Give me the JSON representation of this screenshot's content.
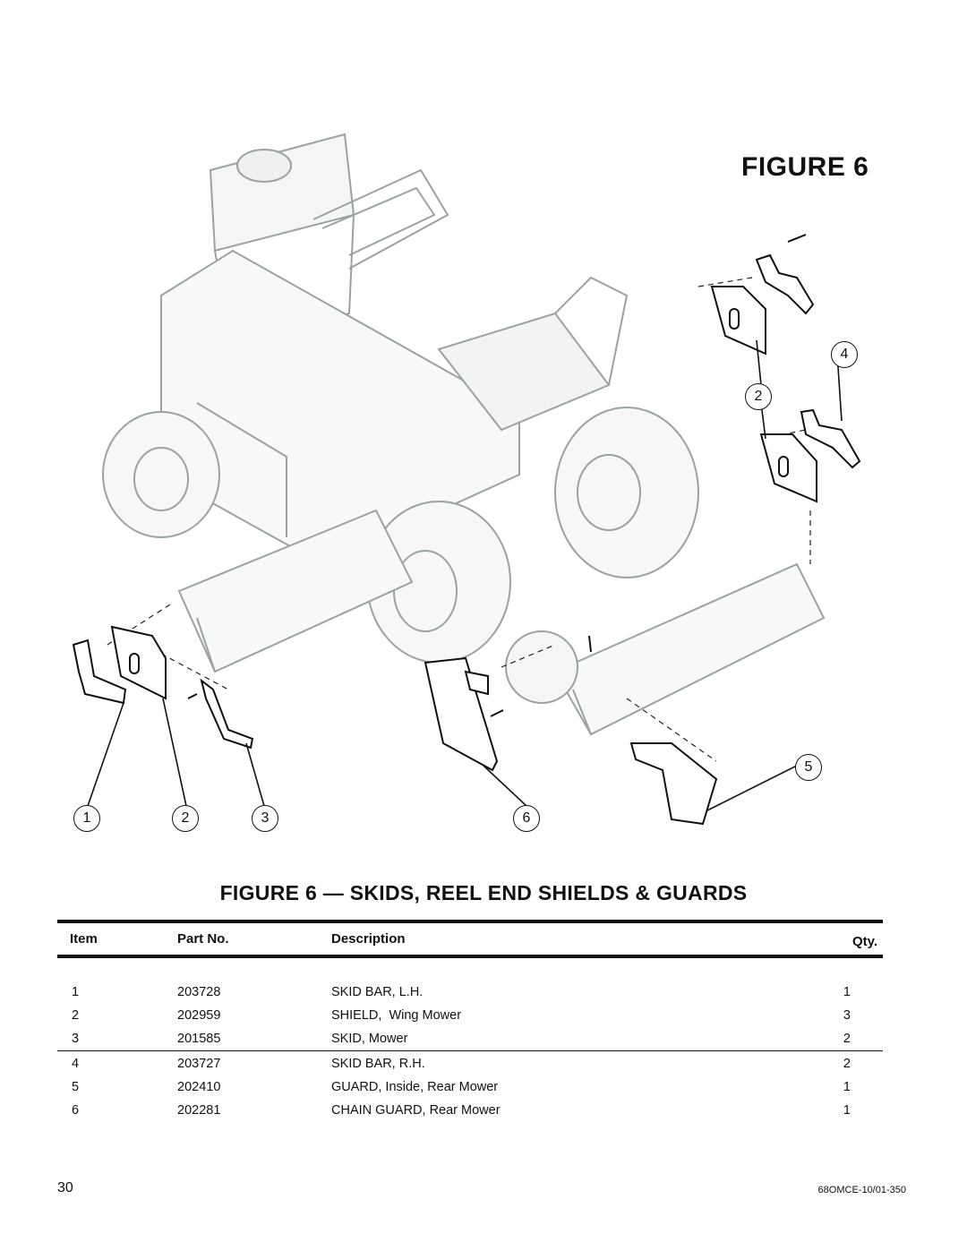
{
  "figure_label": "FIGURE 6",
  "figure_title": "FIGURE 6 — SKIDS, REEL END SHIELDS & GUARDS",
  "callouts": [
    "1",
    "2",
    "3",
    "4",
    "5",
    "6"
  ],
  "table": {
    "headers": {
      "item": "Item",
      "part": "Part No.",
      "desc": "Description",
      "qty": "Qty."
    },
    "rows": [
      {
        "item": "1",
        "part": "203728",
        "desc": "SKID BAR, L.H.",
        "qty": "1"
      },
      {
        "item": "2",
        "part": "202959",
        "desc": "SHIELD,  Wing Mower",
        "qty": "3"
      },
      {
        "item": "3",
        "part": "201585",
        "desc": "SKID, Mower",
        "qty": "2"
      },
      {
        "item": "4",
        "part": "203727",
        "desc": "SKID BAR, R.H.",
        "qty": "2"
      },
      {
        "item": "5",
        "part": "202410",
        "desc": "GUARD, Inside, Rear Mower",
        "qty": "1"
      },
      {
        "item": "6",
        "part": "202281",
        "desc": "CHAIN GUARD, Rear Mower",
        "qty": "1"
      }
    ]
  },
  "footer": {
    "page_number": "30",
    "doc_code": "68OMCE-10/01-350"
  }
}
